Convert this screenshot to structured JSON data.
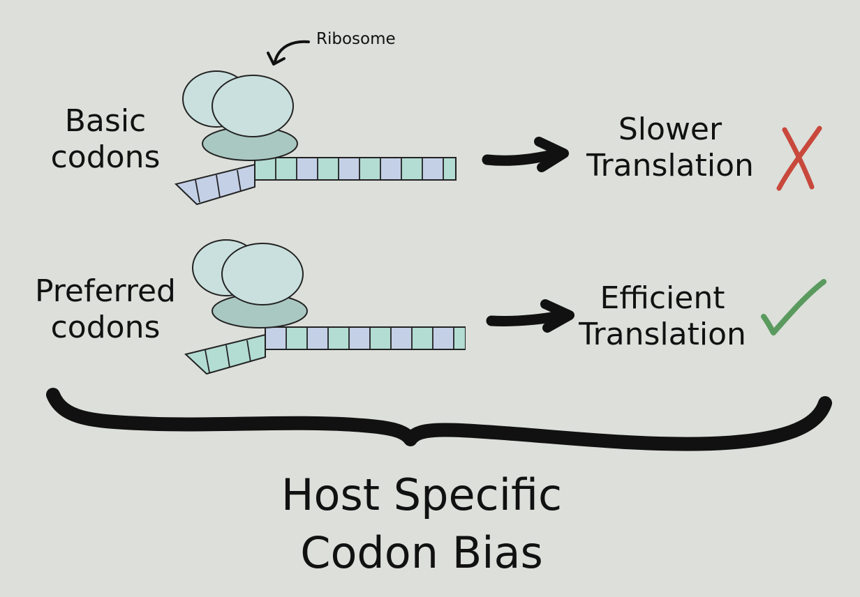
{
  "annotations": {
    "ribosome": "Ribosome"
  },
  "rows": [
    {
      "label_lines": [
        "Basic",
        "codons"
      ],
      "outcome_lines": [
        "Slower",
        "Translation"
      ],
      "outcome_icon": "cross-mark-icon",
      "outcome_color": "#c8483b"
    },
    {
      "label_lines": [
        "Preferred",
        "codons"
      ],
      "outcome_lines": [
        "Efficient",
        "Translation"
      ],
      "outcome_icon": "check-mark-icon",
      "outcome_color": "#5a9a5e"
    }
  ],
  "footer": {
    "title_lines": [
      "Host Specific",
      "Codon Bias"
    ]
  },
  "colors": {
    "background": "#dcdfda",
    "ribosome_large": "#c9e0de",
    "ribosome_small": "#a9c8c1",
    "codon_teal": "#b3dcd2",
    "codon_blue": "#c4d0e6",
    "ink": "#111111"
  }
}
